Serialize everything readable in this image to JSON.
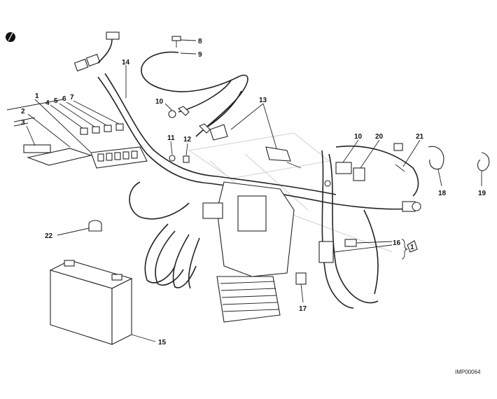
{
  "diagram": {
    "callouts": {
      "c1": "1",
      "c2": "2",
      "c3": "3",
      "c4": "4",
      "c5": "5",
      "c6": "6",
      "c7": "7",
      "c8": "8",
      "c9": "9",
      "c10a": "10",
      "c10b": "10",
      "c11": "11",
      "c12": "12",
      "c13": "13",
      "c14": "14",
      "c15": "15",
      "c16": "16",
      "c17": "17",
      "c18": "18",
      "c19": "19",
      "c20": "20",
      "c21": "21",
      "c22": "22",
      "c1b": "1"
    },
    "reference_code": "IMP00064"
  }
}
